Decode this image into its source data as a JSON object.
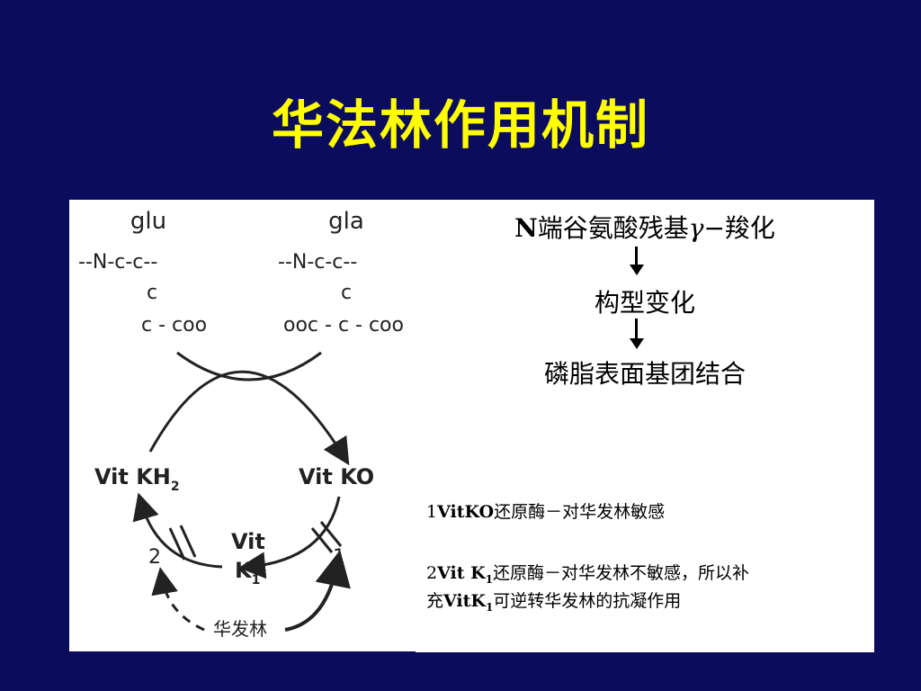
{
  "title": "华法林作用机制",
  "diagram": {
    "glu_label": "glu",
    "gla_label": "gla",
    "glu_line1": "--N-c-c--",
    "glu_line2": "c",
    "glu_line3": "c - coo",
    "gla_line1": "--N-c-c--",
    "gla_line2": "c",
    "gla_line3": "ooc - c - coo",
    "vit_kh2": "Vit KH",
    "vit_kh2_sub": "2",
    "vit_ko": "Vit KO",
    "vit_k1_top": "Vit",
    "vit_k1_bottom": "K",
    "vit_k1_sub": "1",
    "label_2": "2",
    "label_1": "1",
    "warfarin": "华发林"
  },
  "flow": {
    "step1_prefix": "N",
    "step1_text": "端谷氨酸残基",
    "step1_gamma": "γ",
    "step1_suffix": "−羧化",
    "step2": "构型变化",
    "step3": "磷脂表面基团结合"
  },
  "notes": {
    "note1_num": "1",
    "note1_bold": "VitKO",
    "note1_text": "还原酶－对华发林敏感",
    "note2_num": "2",
    "note2_bold": "Vit K",
    "note2_sub": "1",
    "note2_text": "还原酶－对华发林不敏感，所以补",
    "note3_pre": "充",
    "note3_bold": "VitK",
    "note3_sub": "1",
    "note3_text": "可逆转华发林的抗凝作用"
  }
}
